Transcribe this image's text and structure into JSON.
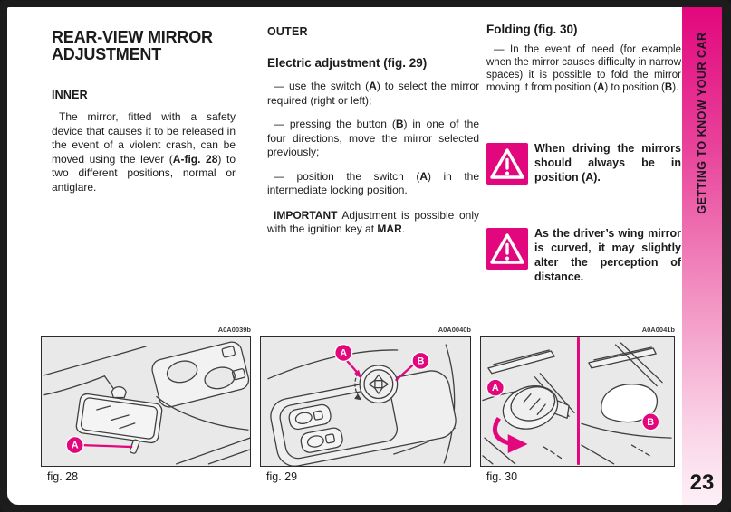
{
  "theme": {
    "accent": "#E2077D",
    "sidebar_gradient_top": "#E2077D",
    "sidebar_gradient_bottom": "#FDF0F6",
    "figure_background": "#E9E9E9"
  },
  "sidebar": {
    "label": "GETTING TO KNOW YOUR CAR",
    "page_number": "23"
  },
  "left": {
    "title": "REAR-VIEW MIRROR ADJUSTMENT",
    "inner_heading": "INNER",
    "inner_para": [
      {
        "t": "The mirror, fitted with a safety device that causes it to be released in the event of a violent crash, can be moved using the lever ("
      },
      {
        "t": "A-fig. 28",
        "b": true
      },
      {
        "t": ") to two different positions, normal or antiglare."
      }
    ]
  },
  "middle": {
    "outer_heading": "OUTER",
    "electric_heading": "Electric adjustment (fig. 29)",
    "bullets": [
      [
        {
          "t": "— use the switch ("
        },
        {
          "t": "A",
          "b": true
        },
        {
          "t": ") to select the mirror required (right or left);"
        }
      ],
      [
        {
          "t": "— pressing the button ("
        },
        {
          "t": "B",
          "b": true
        },
        {
          "t": ") in one of the four directions, move the mirror selected previously;"
        }
      ],
      [
        {
          "t": "— position the switch ("
        },
        {
          "t": "A",
          "b": true
        },
        {
          "t": ") in the intermediate locking position."
        }
      ]
    ],
    "important": [
      {
        "t": "IMPORTANT",
        "b": true
      },
      {
        "t": " Adjustment is possible only with the ignition key at "
      },
      {
        "t": "MAR",
        "b": true
      },
      {
        "t": "."
      }
    ]
  },
  "right": {
    "folding_heading": "Folding (fig. 30)",
    "folding_para": [
      {
        "t": "— In the event of need (for example when the mirror causes difficulty in narrow spaces) it is possible to fold the mirror moving it from position ("
      },
      {
        "t": "A",
        "b": true
      },
      {
        "t": ") to position ("
      },
      {
        "t": "B",
        "b": true
      },
      {
        "t": ")."
      }
    ],
    "warnings": [
      "When driving the mirrors should always be in position (A).",
      "As the driver’s wing mirror is curved, it may slightly alter the perception of distance."
    ]
  },
  "figures": [
    {
      "code": "A0A0039b",
      "caption": "fig. 28",
      "callouts": [
        "A"
      ]
    },
    {
      "code": "A0A0040b",
      "caption": "fig. 29",
      "callouts": [
        "A",
        "B"
      ]
    },
    {
      "code": "A0A0041b",
      "caption": "fig. 30",
      "callouts": [
        "A",
        "B"
      ]
    }
  ]
}
